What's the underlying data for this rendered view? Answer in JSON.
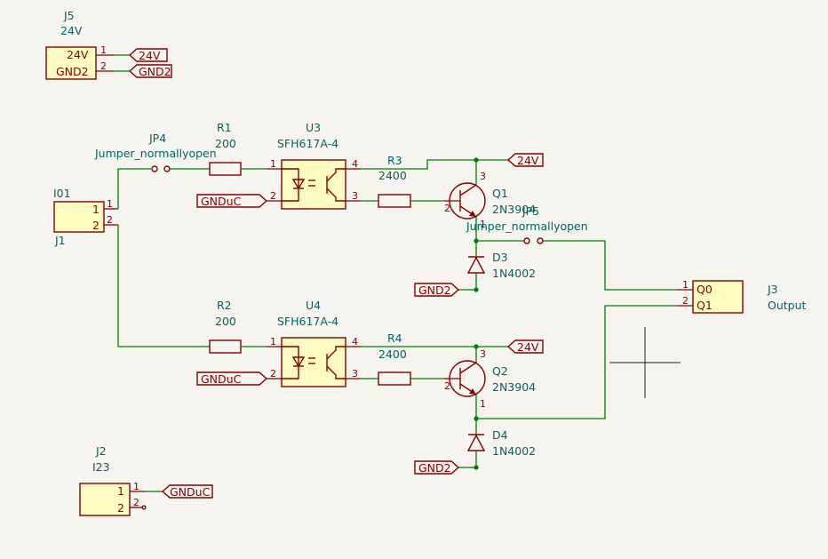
{
  "power": {
    "ref": "J5",
    "value": "24V",
    "pins": [
      {
        "num": "1",
        "name": "24V",
        "net": "24V"
      },
      {
        "num": "2",
        "name": "GND2",
        "net": "GND2"
      }
    ]
  },
  "inputs": {
    "ref": "J1",
    "value": "I01",
    "pins": [
      {
        "num": "1",
        "name": "1"
      },
      {
        "num": "2",
        "name": "2"
      }
    ]
  },
  "aux": {
    "ref": "J2",
    "value": "I23",
    "pins": [
      {
        "num": "1",
        "name": "1",
        "net": "GNDuC"
      },
      {
        "num": "2",
        "name": "2"
      }
    ]
  },
  "output": {
    "ref": "J3",
    "value": "Output",
    "pins": [
      {
        "num": "1",
        "name": "Q0"
      },
      {
        "num": "2",
        "name": "Q1"
      }
    ]
  },
  "jp4": {
    "ref": "JP4",
    "value": "Jumper_normallyopen"
  },
  "jp5": {
    "ref": "JP5",
    "value": "Jumper_normallyopen"
  },
  "r1": {
    "ref": "R1",
    "value": "200"
  },
  "r2": {
    "ref": "R2",
    "value": "200"
  },
  "r3": {
    "ref": "R3",
    "value": "2400"
  },
  "r4": {
    "ref": "R4",
    "value": "2400"
  },
  "u3": {
    "ref": "U3",
    "value": "SFH617A-4"
  },
  "u4": {
    "ref": "U4",
    "value": "SFH617A-4"
  },
  "q1": {
    "ref": "Q1",
    "value": "2N3904"
  },
  "q2": {
    "ref": "Q2",
    "value": "2N3904"
  },
  "d3": {
    "ref": "D3",
    "value": "1N4002"
  },
  "d4": {
    "ref": "D4",
    "value": "1N4002"
  },
  "pin_nums": {
    "p1": "1",
    "p2": "2",
    "p3": "3",
    "p4": "4"
  },
  "nets": {
    "v24": "24V",
    "gnd2": "GND2",
    "gnduc": "GNDuC"
  }
}
